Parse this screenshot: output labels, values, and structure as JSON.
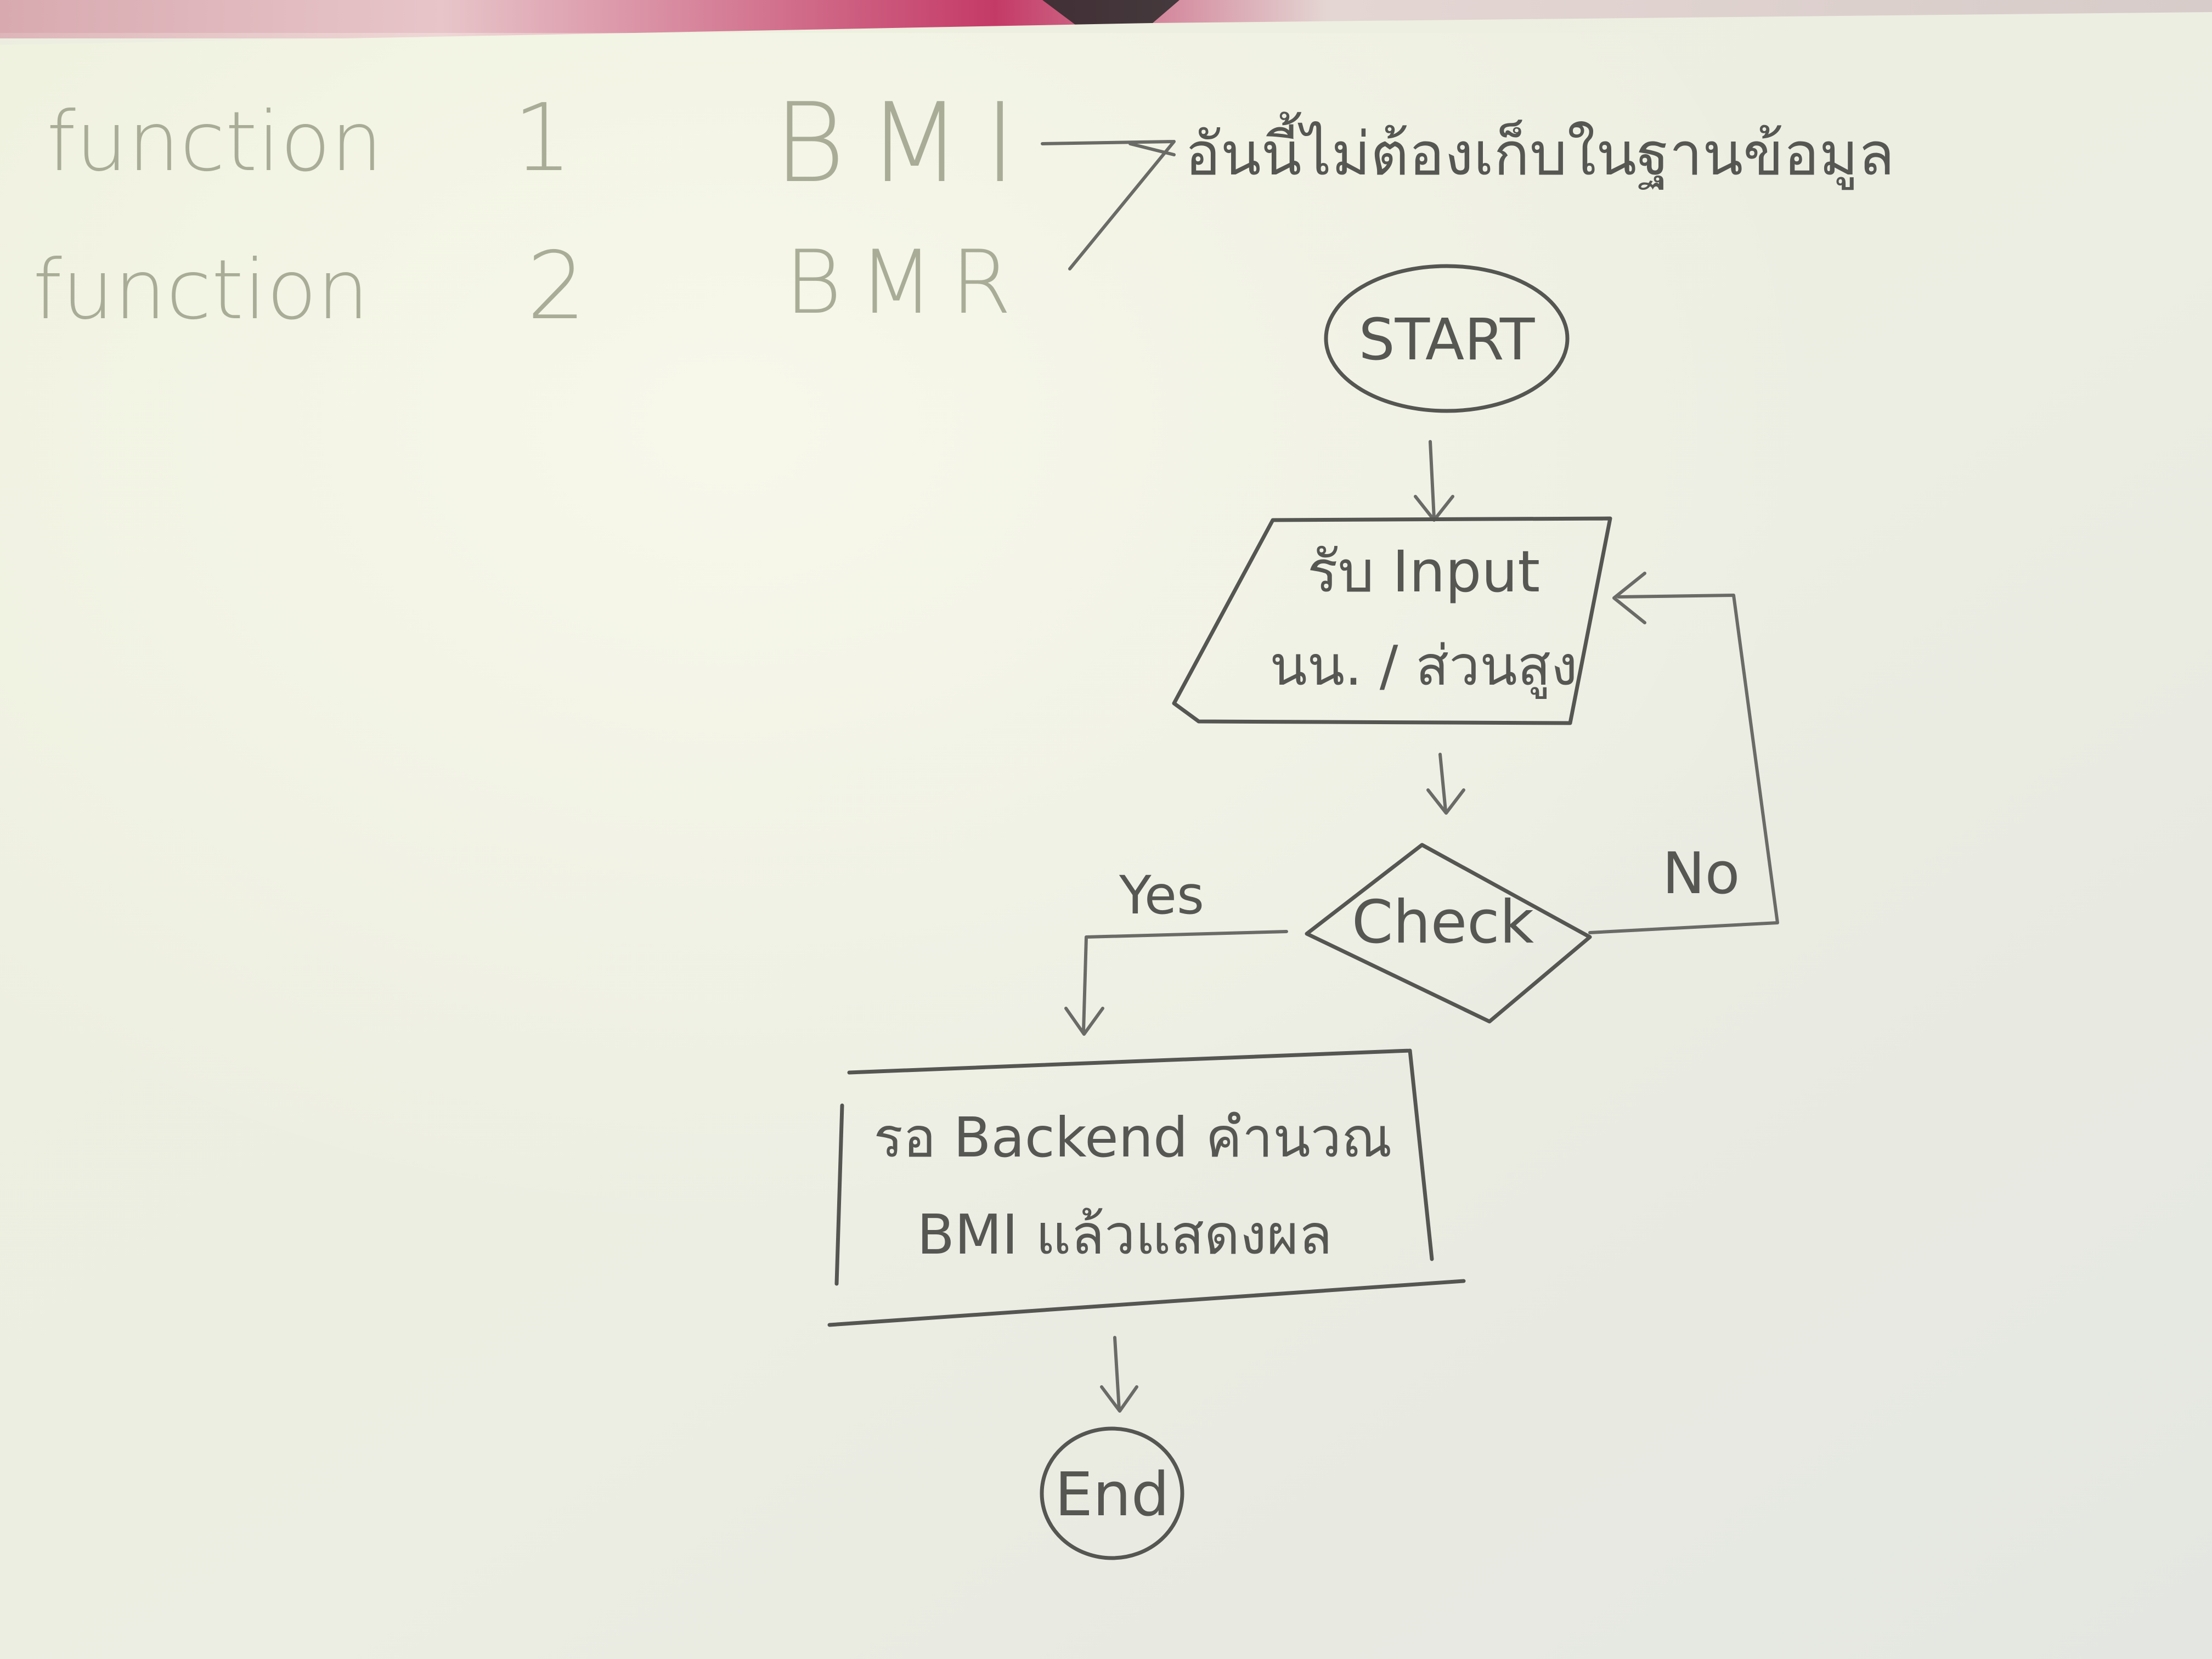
{
  "notes": {
    "function1": {
      "label": "function",
      "number": "1",
      "name": "BMI"
    },
    "function2": {
      "label": "function",
      "number": "2",
      "name": "BMR"
    },
    "storage_note": "อันนี้ไม่ต้องเก็บในฐานข้อมูล"
  },
  "flowchart": {
    "start": "START",
    "input": {
      "line1": "รับ Input",
      "line2": "นน. / ส่วนสูง"
    },
    "decision": "Check",
    "yes_label": "Yes",
    "no_label": "No",
    "process": {
      "line1": "รอ Backend คำนวณ",
      "line2": "BMI แล้วแสดงผล"
    },
    "end": "End"
  }
}
